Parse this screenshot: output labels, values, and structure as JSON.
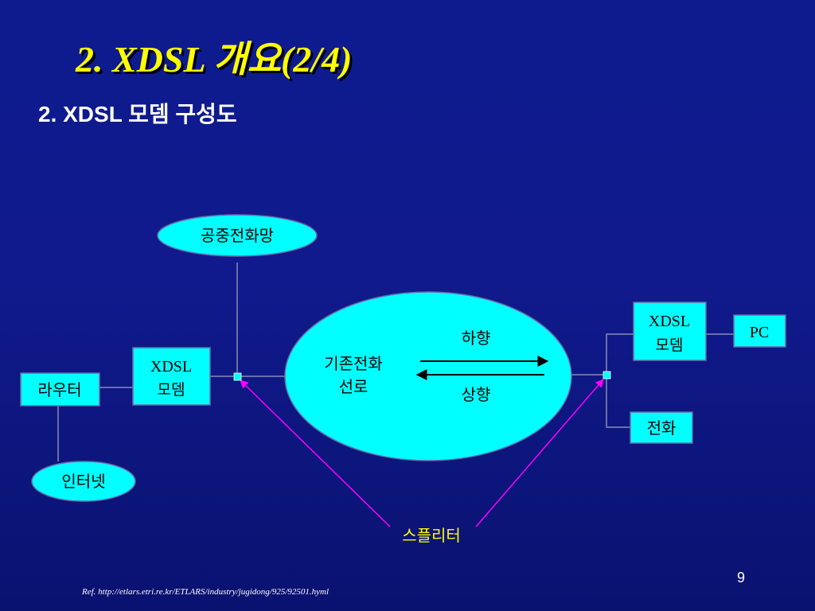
{
  "title": "2. XDSL 개요(2/4)",
  "subtitle": "2.  XDSL 모뎀 구성도",
  "colors": {
    "node_fill": "#00ffff",
    "node_stroke": "#6a6aa8",
    "link": "#8a8ab8",
    "splitter_pointer": "#ff00ff",
    "title": "#ffff00"
  },
  "nodes": {
    "pstn": "공중전화망",
    "router": "라우터",
    "internet": "인터넷",
    "modem_left_line1": "XDSL",
    "modem_left_line2": "모뎀",
    "line_line1": "기존전화",
    "line_line2": "선로",
    "downstream": "하향",
    "upstream": "상향",
    "modem_right_line1": "XDSL",
    "modem_right_line2": "모뎀",
    "pc": "PC",
    "phone": "전화",
    "splitter": "스플리터"
  },
  "page_number": "9",
  "reference": "Ref. http://etlars.etri.re.kr/ETLARS/industry/jugidong/925/92501.hyml"
}
